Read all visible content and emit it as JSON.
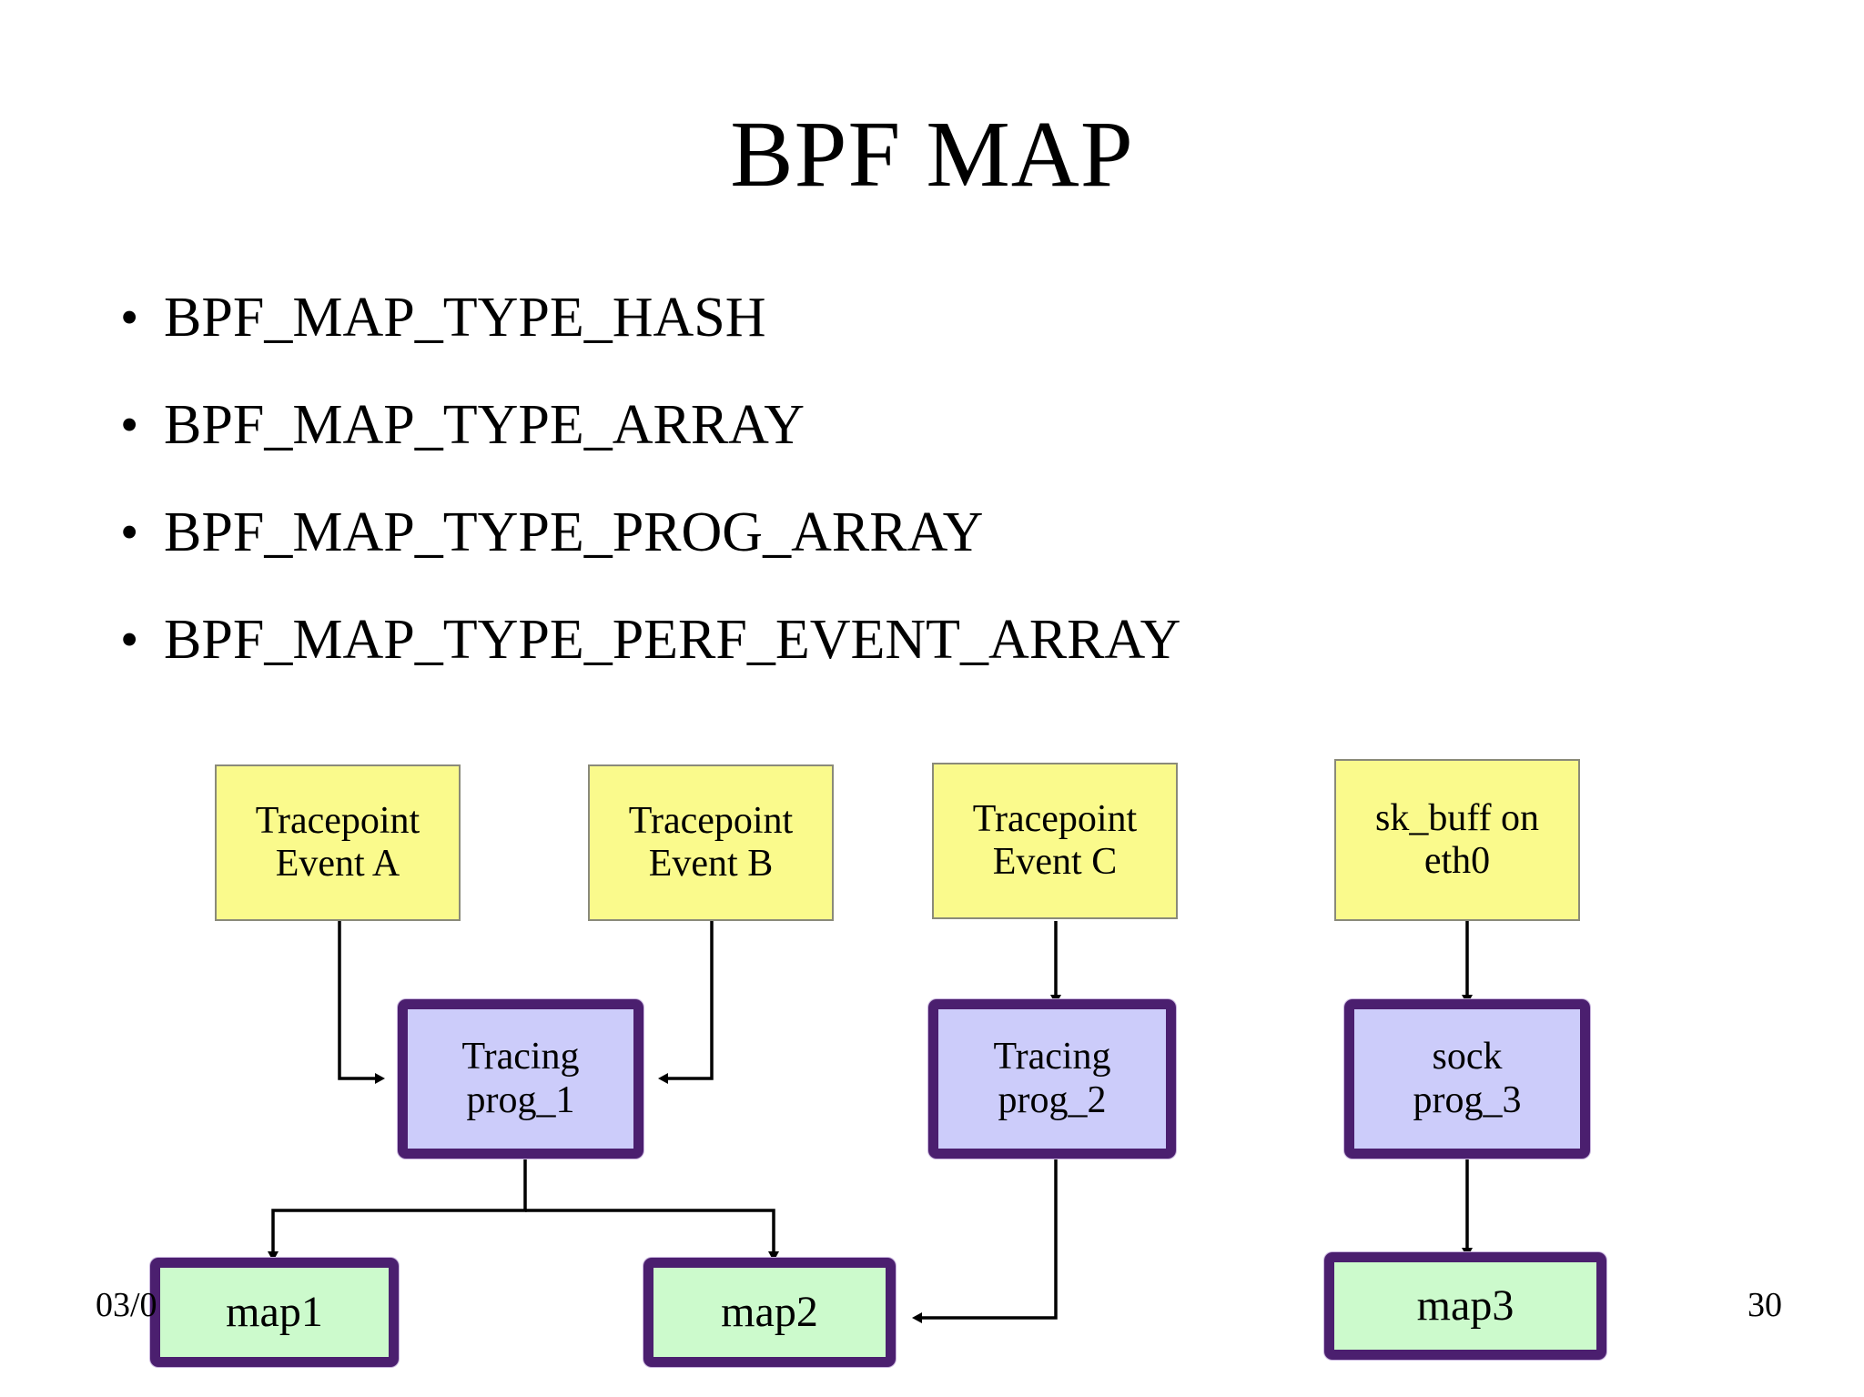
{
  "slide": {
    "title": "BPF MAP",
    "bullet_marker": "•",
    "bullets": [
      "BPF_MAP_TYPE_HASH",
      "BPF_MAP_TYPE_ARRAY",
      "BPF_MAP_TYPE_PROG_ARRAY",
      "BPF_MAP_TYPE_PERF_EVENT_ARRAY"
    ],
    "footer": {
      "date": "03/0",
      "page_number": "30"
    }
  },
  "colors": {
    "event_fill": "#fafa8c",
    "event_border": "#8a8a7a",
    "prog_fill": "#ccccfa",
    "map_fill": "#ccfacc",
    "node_border": "#4b1f6f",
    "connector": "#000000",
    "background": "#ffffff",
    "text": "#000000"
  },
  "diagram": {
    "events": [
      {
        "id": "tracepoint-event-a",
        "line1": "Tracepoint",
        "line2": "Event A"
      },
      {
        "id": "tracepoint-event-b",
        "line1": "Tracepoint",
        "line2": "Event B"
      },
      {
        "id": "tracepoint-event-c",
        "line1": "Tracepoint",
        "line2": "Event C"
      },
      {
        "id": "skbuff-eth0",
        "line1": "sk_buff on",
        "line2": "eth0"
      }
    ],
    "programs": [
      {
        "id": "tracing-prog-1",
        "line1": "Tracing",
        "line2": "prog_1"
      },
      {
        "id": "tracing-prog-2",
        "line1": "Tracing",
        "line2": "prog_2"
      },
      {
        "id": "sock-prog-3",
        "line1": "sock",
        "line2": "prog_3"
      }
    ],
    "maps": [
      {
        "id": "map1",
        "label": "map1"
      },
      {
        "id": "map2",
        "label": "map2"
      },
      {
        "id": "map3",
        "label": "map3"
      }
    ],
    "connections": [
      {
        "from": "tracepoint-event-a",
        "to": "tracing-prog-1",
        "style": "elbow-right"
      },
      {
        "from": "tracepoint-event-b",
        "to": "tracing-prog-1",
        "style": "elbow-left"
      },
      {
        "from": "tracepoint-event-c",
        "to": "tracing-prog-2",
        "style": "straight-down"
      },
      {
        "from": "skbuff-eth0",
        "to": "sock-prog-3",
        "style": "straight-down"
      },
      {
        "from": "tracing-prog-1",
        "to": "map1",
        "style": "split-left"
      },
      {
        "from": "tracing-prog-1",
        "to": "map2",
        "style": "split-right"
      },
      {
        "from": "tracing-prog-2",
        "to": "map2",
        "style": "elbow-left"
      },
      {
        "from": "sock-prog-3",
        "to": "map3",
        "style": "straight-down"
      }
    ]
  }
}
